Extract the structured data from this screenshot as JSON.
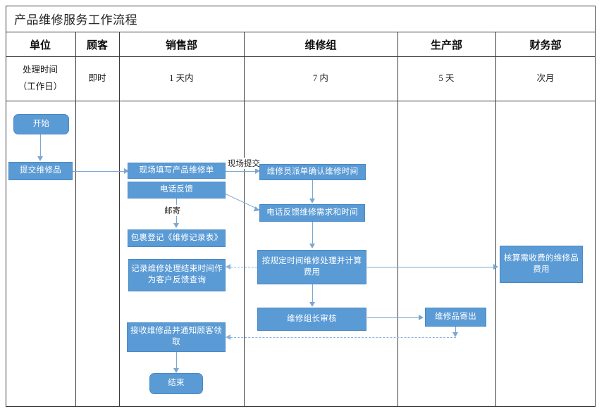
{
  "title": "产品维修服务工作流程",
  "table": {
    "header": [
      {
        "label": "单位"
      },
      {
        "label": "顾客"
      },
      {
        "label": "销售部"
      },
      {
        "label": "维修组"
      },
      {
        "label": "生产部"
      },
      {
        "label": "财务部"
      }
    ],
    "time_row": {
      "label_line1": "处理时间",
      "label_line2": "（工作日）",
      "values": [
        "即时",
        "1 天内",
        "7 内",
        "5 天",
        "次月"
      ]
    }
  },
  "flow": {
    "nodes": {
      "start": "开始",
      "submit_item": "提交维修品",
      "fill_form": "现场填写产品维修单",
      "phone_feedback": "电话反馈",
      "package_register": "包裹登记《维修记录表》",
      "record_end_time": "记录维修处理结束时间作为客户反馈查询",
      "receive_notify": "接收维修品并通知顾客领取",
      "end": "结束",
      "dispatch_confirm": "维修员派单确认维修时间",
      "phone_feedback_need": "电话反馈维修需求和时间",
      "repair_calc_fee": "按规定时间维修处理并计算费用",
      "leader_review": "维修组长审核",
      "ship_out": "维修品寄出",
      "accounting_fee": "核算需收费的维修品费用"
    },
    "edge_labels": {
      "onsite_submit": "现场提交",
      "mail": "邮寄"
    }
  },
  "colors": {
    "node_fill": "#5B9BD5",
    "node_border": "#4A89C4",
    "connector": "#7BA7D0",
    "dashed_connector": "#8FB4D9",
    "table_border": "#3b3b3b",
    "title_text": "#262626"
  }
}
